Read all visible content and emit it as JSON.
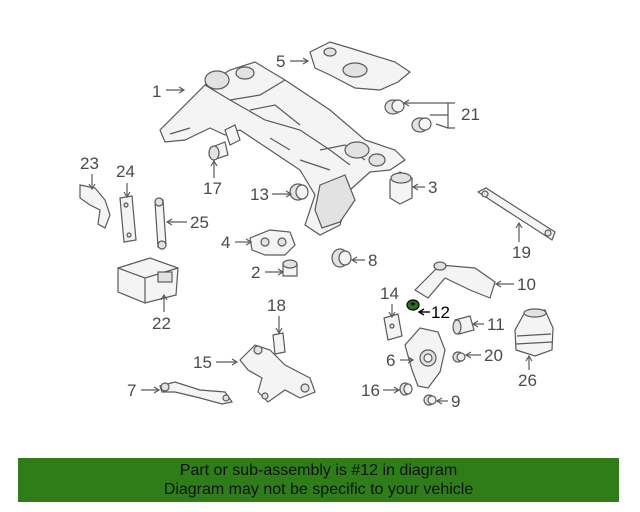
{
  "labels": [
    "1",
    "2",
    "3",
    "4",
    "5",
    "6",
    "7",
    "8",
    "9",
    "10",
    "11",
    "12",
    "13",
    "14",
    "15",
    "16",
    "17",
    "18",
    "19",
    "20",
    "21",
    "22",
    "23",
    "24",
    "25",
    "26"
  ],
  "highlight": "12",
  "highlight_color": "#1f7a12",
  "banner": {
    "line1": "Part or sub-assembly is #12 in diagram",
    "line2": "Diagram may not be specific to your vehicle",
    "color": "#2e7d18"
  }
}
